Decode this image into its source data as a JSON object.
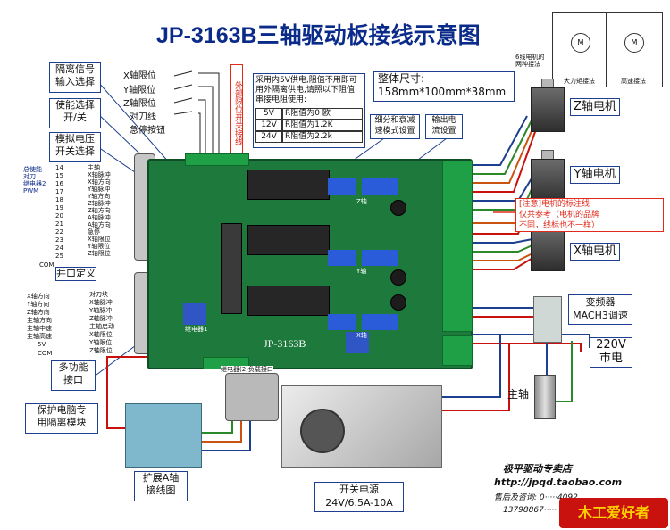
{
  "title": "JP-3163B三轴驱动板接线示意图",
  "board_label": "JP-3163B",
  "labels": {
    "isolation": "隔离信号\n输入选择",
    "enable": "使能选择\n开/关",
    "analog": "模拟电压\n开关选择",
    "port_def": "并口定义",
    "multi": "多功能\n接口",
    "protect": "保护电脑专\n用隔离模块",
    "expand": "扩展A轴\n接线图",
    "supply_note": "采用内5V供电,阻值不用即可\n用外隔离供电,请照以下阻值\n串接电阻使用:",
    "size_title": "整体尺寸:",
    "size_value": "158mm*100mm*38mm",
    "microstep": "细分和衰减\n速模式设置",
    "current": "输出电\n流设置",
    "z_motor": "Z轴电机",
    "y_motor": "Y轴电机",
    "x_motor": "X轴电机",
    "note": "[注意]电机的标注线\n仅共参考（电机的品牌\n不同，线标也不一样）",
    "inverter": "变频器\nMACH3调速",
    "mains": "220V\n市电",
    "spindle": "主轴",
    "psu": "开关电源\n24V/6.5A-10A",
    "relay": "继电器(2)负载接口",
    "stamp": "外部限位开关接线",
    "high_speed": "高速接法",
    "big_torque": "大力矩接法",
    "six_wire": "6线电机的\n两种接法",
    "shop": "极平驱动专卖店",
    "url": "http://jpqd.taobao.com",
    "after_sales": "售后及咨询: 0·····4092",
    "phone": "13798867·····",
    "logo": "木工爱好者"
  },
  "limit_labels": [
    "X轴限位",
    "Y轴限位",
    "Z轴限位",
    "对刀线",
    "急停按钮"
  ],
  "voltage_table": [
    {
      "v": "5V",
      "r": "R阻值为0 欧"
    },
    {
      "v": "12V",
      "r": "R阻值为1.2K"
    },
    {
      "v": "24V",
      "r": "R阻值为2.2k"
    }
  ],
  "db_top_left": [
    "总使能",
    "对刀",
    "继电器2",
    "PWM"
  ],
  "db_top_right": [
    "主轴",
    "X轴脉冲",
    "X轴方向",
    "Y轴脉冲",
    "Y轴方向",
    "Z轴脉冲",
    "Z轴方向",
    "A轴脉冲",
    "A轴方向",
    "急停",
    "X轴限位",
    "Y轴限位",
    "Z轴限位"
  ],
  "db_top_pins": [
    "14",
    "15",
    "16",
    "17",
    "18",
    "19",
    "20",
    "21",
    "22",
    "23",
    "24",
    "25"
  ],
  "db_bottom_left": [
    "X轴方向",
    "Y轴方向",
    "Z轴方向",
    "主轴方向",
    "主轴中速",
    "主轴高速"
  ],
  "db_bottom_right": [
    "对刀块",
    "X轴脉冲",
    "Y轴脉冲",
    "Z轴脉冲",
    "主轴启动",
    "X轴限位",
    "Y轴限位",
    "Z轴限位"
  ],
  "com": "COM",
  "v5": "5V",
  "x_axis_small": "X轴",
  "y_axis_small": "Y轴",
  "z_axis_small": "Z轴",
  "relay_board": "继电器1",
  "colors": {
    "board": "#1e7a3c",
    "title": "#0b2b8a",
    "note": "#e02a1b",
    "wire_blue": "#1c3f8f"
  }
}
